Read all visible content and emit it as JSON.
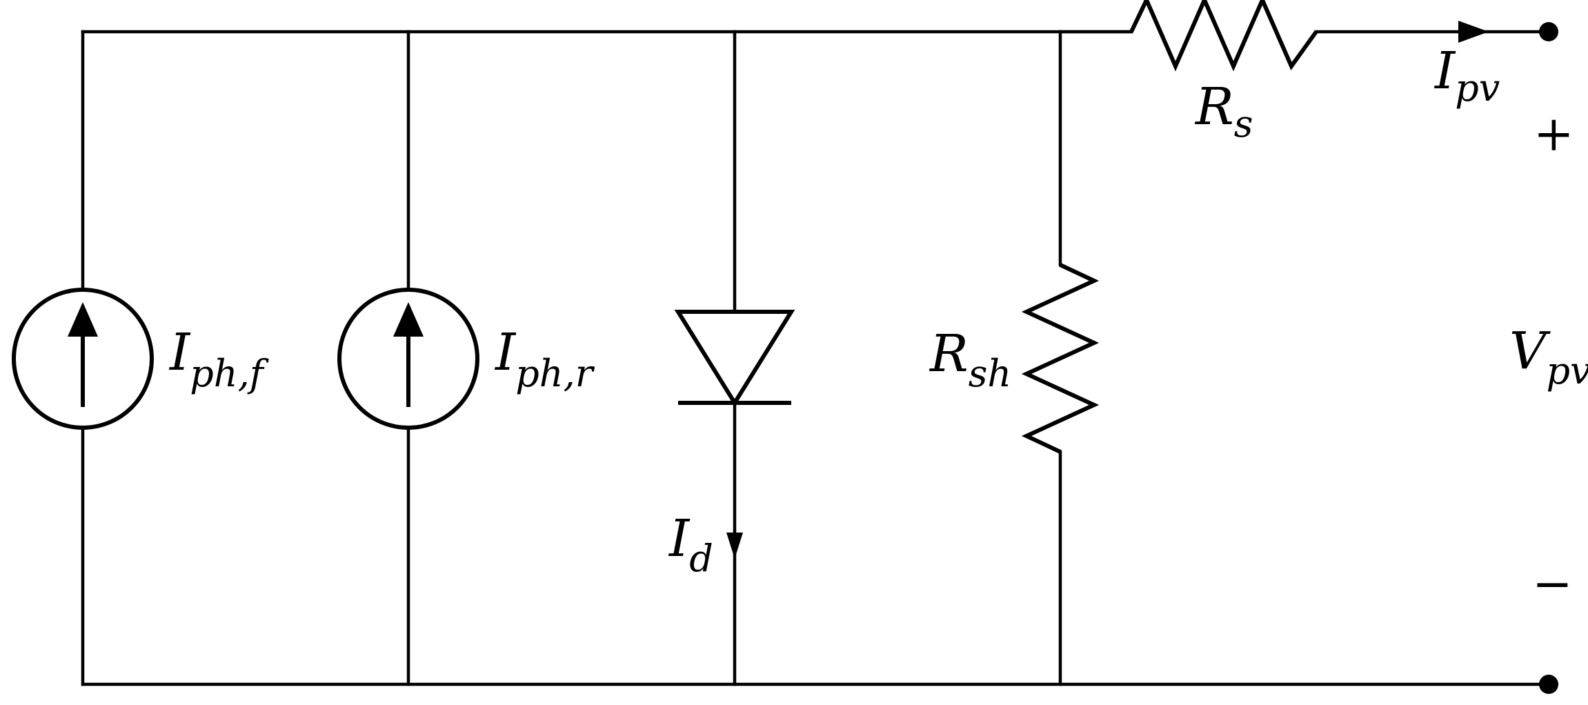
{
  "diagram": {
    "current_source_front": {
      "main": "I",
      "sub": "ph,f"
    },
    "current_source_rear": {
      "main": "I",
      "sub": "ph,r"
    },
    "diode_current": {
      "main": "I",
      "sub": "d"
    },
    "shunt_resistor": {
      "main": "R",
      "sub": "sh"
    },
    "series_resistor": {
      "main": "R",
      "sub": "s"
    },
    "output_current": {
      "main": "I",
      "sub": "pv"
    },
    "output_voltage": {
      "main": "V",
      "sub": "pv"
    },
    "plus_sign": "+",
    "minus_sign": "−"
  }
}
